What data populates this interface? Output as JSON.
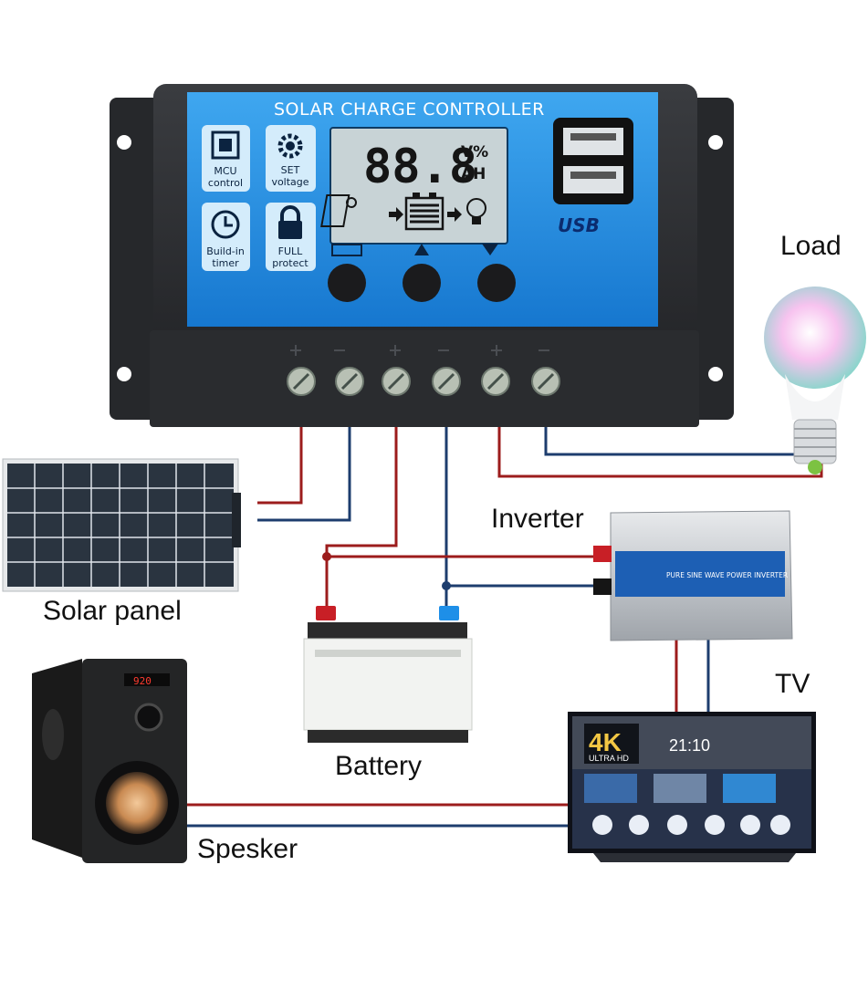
{
  "controller": {
    "title": "SOLAR CHARGE CONTROLLER",
    "features": [
      {
        "line1": "MCU",
        "line2": "control",
        "icon": "chip-icon"
      },
      {
        "line1": "SET",
        "line2": "voltage",
        "icon": "gear-icon"
      },
      {
        "line1": "Build-in",
        "line2": "timer",
        "icon": "clock-icon"
      },
      {
        "line1": "FULL",
        "line2": "protect",
        "icon": "lock-icon"
      }
    ],
    "lcd": {
      "digits": "88.8",
      "unit_top": "V%",
      "unit_bottom": "AH"
    },
    "usb_label": "USB",
    "terminal_groups": [
      "solar",
      "battery",
      "load"
    ]
  },
  "labels": {
    "load": "Load",
    "solar_panel": "Solar panel",
    "inverter": "Inverter",
    "battery": "Battery",
    "tv": "TV",
    "speaker": "Spesker"
  },
  "inverter": {
    "text": "PURE SINE WAVE POWER INVERTER"
  },
  "tv": {
    "badge_big": "4K",
    "badge_small": "ULTRA HD",
    "clock": "21:10"
  },
  "speaker": {
    "display": "920"
  },
  "colors": {
    "positive_wire": "#9c1c1c",
    "negative_wire": "#1d3d6e",
    "panel_blue": "#1f8fe6",
    "housing": "#2b2d30"
  }
}
